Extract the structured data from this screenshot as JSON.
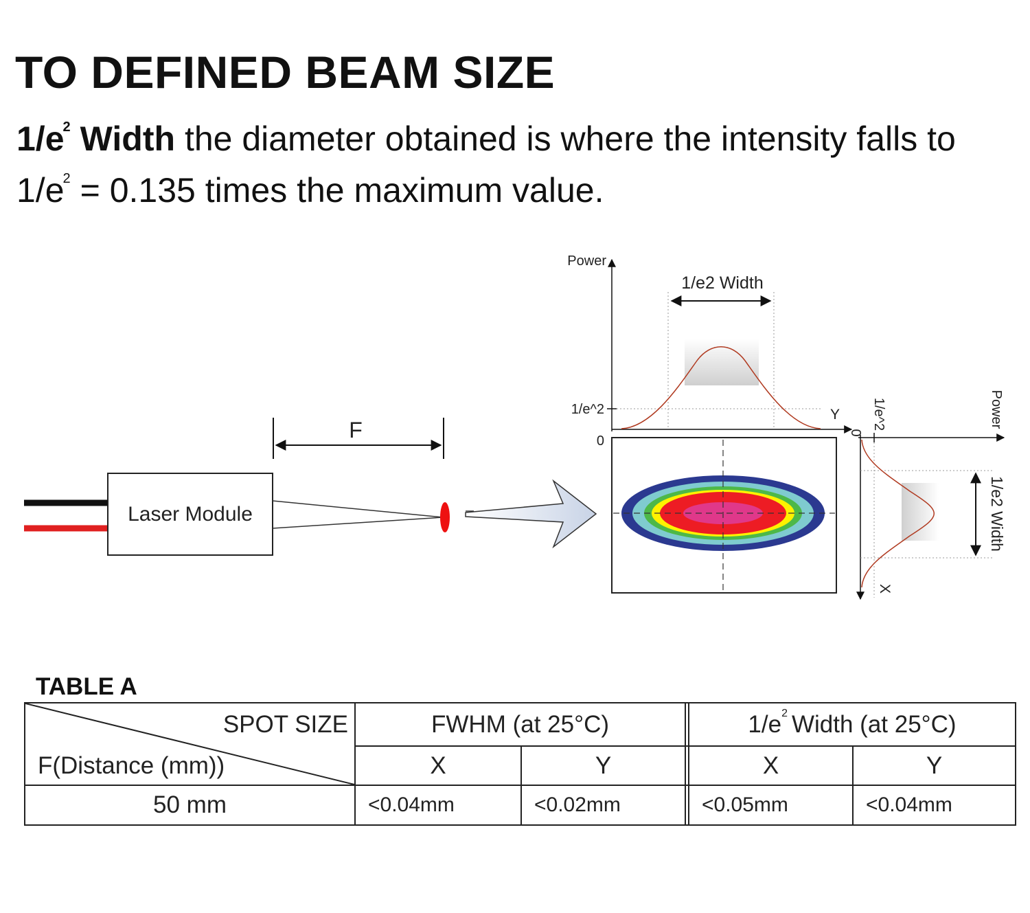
{
  "heading": "TO DEFINED BEAM SIZE",
  "description": {
    "term_base": "1/e",
    "term_sup": "2",
    "term_word": "Width",
    "line1_rest": "the diameter obtained is where the intensity falls to",
    "line2_base": "1/e",
    "line2_sup": "2",
    "line2_rest": "= 0.135 times the maximum value."
  },
  "diagram": {
    "laser_module_label": "Laser Module",
    "focal_label": "F",
    "top_graph": {
      "y_axis_label": "Power",
      "x_axis_label": "Y",
      "level_label": "1/e^2",
      "zero_label": "0",
      "width_label": "1/e2 Width"
    },
    "side_graph": {
      "axis_label": "Power",
      "x_axis_label": "X",
      "level_label": "1/e^2",
      "zero_label": "0",
      "width_label": "1/e2 Width"
    },
    "colors": {
      "wire_black": "#111111",
      "wire_red": "#e02020",
      "curve": "#b03a20",
      "spot_red": "#ee1111",
      "ring_blue": "#2b3990",
      "ring_cyan": "#7fcbcf",
      "ring_green": "#4db848",
      "ring_yellow": "#fff200",
      "ring_red": "#ed1c24",
      "ring_magenta": "#e0388a"
    }
  },
  "table": {
    "title": "TABLE A",
    "corner_top": "SPOT SIZE",
    "corner_bottom": "F(Distance (mm))",
    "group1": "FWHM (at 25°C)",
    "group2_base": "1/e",
    "group2_sup": "2",
    "group2_rest": "Width (at 25°C)",
    "sub_x": "X",
    "sub_y": "Y",
    "row": {
      "distance": "50 mm",
      "fwhm_x": "<0.04mm",
      "fwhm_y": "<0.02mm",
      "e2_x": "<0.05mm",
      "e2_y": "<0.04mm"
    }
  }
}
